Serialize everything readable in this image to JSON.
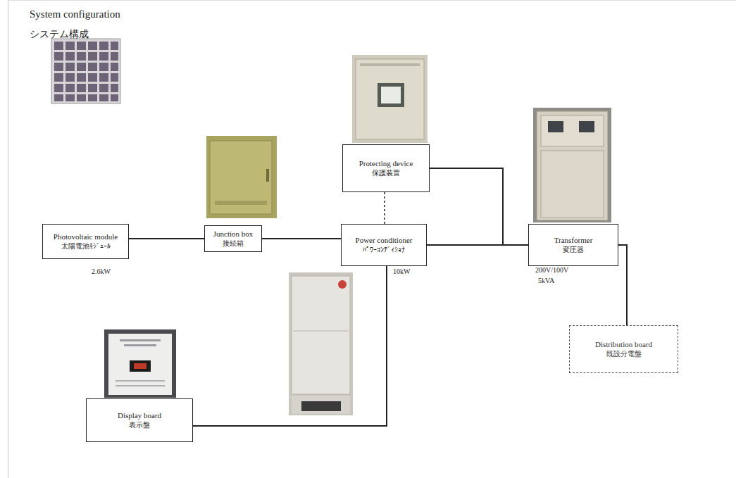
{
  "diagram": {
    "title": "System configuration",
    "nodes": [
      {
        "text": [
          "Photovoltaic module",
          "太陽電池ﾓｼﾞｭｰﾙ"
        ]
      },
      {
        "text": [
          "Junction box",
          "接続箱"
        ]
      },
      {
        "text": [
          "Power conditioner",
          "ﾊﾟﾜｰｺﾝﾃﾞｨｼｮﾅ"
        ]
      },
      {
        "text": [
          "Protecting device",
          "保護装置"
        ]
      },
      {
        "text": [
          "Transformer",
          "変圧器"
        ]
      },
      {
        "text": [
          "Display board",
          "表示盤"
        ]
      },
      {
        "text": [
          "Distribution board",
          "既設分電盤"
        ]
      }
    ],
    "edges": [
      {
        "from": 0,
        "to": 1,
        "arrow": "none"
      },
      {
        "from": 1,
        "to": 2,
        "arrow": "none"
      },
      {
        "from": 2,
        "to": 4,
        "arrow": "none"
      },
      {
        "from": 2,
        "to": 3,
        "arrow": "none"
      },
      {
        "from": 3,
        "to": 4,
        "arrow": "none"
      },
      {
        "from": 2,
        "to": 5,
        "arrow": "none"
      },
      {
        "from": 4,
        "to": 6,
        "arrow": "none"
      }
    ],
    "labels": [
      "システム構成",
      "2.6kW",
      "10kW",
      "200V/100V",
      "5kVA"
    ]
  }
}
